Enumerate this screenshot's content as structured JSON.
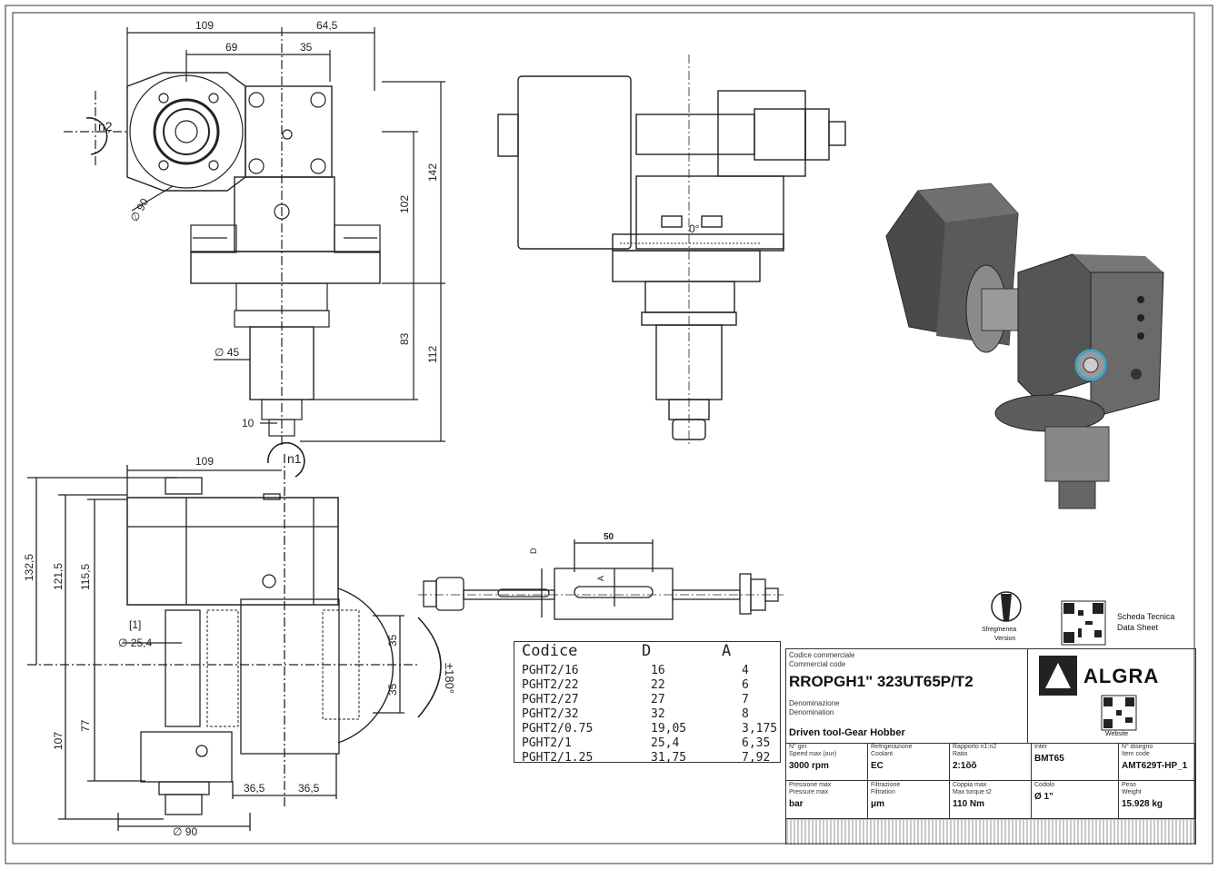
{
  "dimensions": {
    "top_view": {
      "w109": "109",
      "w64_5": "64,5",
      "w69": "69",
      "w35": "35",
      "h142": "142",
      "h102": "102",
      "h83": "83",
      "h112": "112",
      "d90": "∅ 90",
      "d45": "∅ 45",
      "w10": "10",
      "n2": "n2",
      "n1": "n1"
    },
    "side_view": {
      "w109": "109",
      "h132_5": "132,5",
      "h121_5": "121,5",
      "h115_5": "115,5",
      "h77": "77",
      "h107": "107",
      "ref1": "[1]",
      "d25_4": "∅ 25,4",
      "w36_5a": "36,5",
      "w36_5b": "36,5",
      "d90": "∅ 90",
      "h35a": "35",
      "h35b": "35",
      "rot": "±180°"
    },
    "shaft": {
      "w50": "50",
      "D": "D",
      "A": "A"
    },
    "front_view": {
      "scale_zero": "0°"
    }
  },
  "code_table": {
    "headers": [
      "Codice",
      "D",
      "A"
    ],
    "rows": [
      [
        "PGHT2/16",
        "16",
        "4"
      ],
      [
        "PGHT2/22",
        "22",
        "6"
      ],
      [
        "PGHT2/27",
        "27",
        "7"
      ],
      [
        "PGHT2/32",
        "32",
        "8"
      ],
      [
        "PGHT2/0.75",
        "19,05",
        "3,175"
      ],
      [
        "PGHT2/1",
        "25,4",
        "6,35"
      ],
      [
        "PGHT2/1.25",
        "31,75",
        "7,92"
      ]
    ]
  },
  "title_block": {
    "icon_label_1": "Sfregmenea",
    "icon_label_2": "Version",
    "datasheet_1": "Scheda Tecnica",
    "datasheet_2": "Data Sheet",
    "website_label": "Website",
    "brand": "ALGRA",
    "commercial_code_label_it": "Codice commerciale",
    "commercial_code_label_en": "Commercial code",
    "commercial_code": "RROPGH1\" 323UT65P/T2",
    "denomination_label_it": "Denominazione",
    "denomination_label_en": "Denomination",
    "denomination": "Driven tool-Gear Hobber",
    "fields": [
      {
        "label_it": "N° giri",
        "label_en": "Speed max (our)",
        "value": "3000 rpm"
      },
      {
        "label_it": "Refrigerazione",
        "label_en": "Coolant",
        "value": "EC"
      },
      {
        "label_it": "Rapporto n1:n2",
        "label_en": "Ratio",
        "value": "2:1õõ"
      },
      {
        "label_it": "Inter",
        "label_en": "",
        "value": "BMT65"
      },
      {
        "label_it": "N° disegno",
        "label_en": "Item code",
        "value": "AMT629T-HP_1"
      },
      {
        "label_it": "Pressione max",
        "label_en": "Pressure max",
        "value": "bar"
      },
      {
        "label_it": "Filtrazione",
        "label_en": "Filtration",
        "value": "μm"
      },
      {
        "label_it": "Coppia max",
        "label_en": "Max torque t2",
        "value": "110 Nm"
      },
      {
        "label_it": "Codolo",
        "label_en": "",
        "value": "Ø 1\""
      },
      {
        "label_it": "Peso",
        "label_en": "Weight",
        "value": "15.928 kg"
      }
    ]
  },
  "colors": {
    "line": "#222222",
    "part_dark": "#4a4a4a",
    "part_mid": "#707070",
    "part_light": "#a8a8a8",
    "accent_blue": "#3aa7c9"
  }
}
